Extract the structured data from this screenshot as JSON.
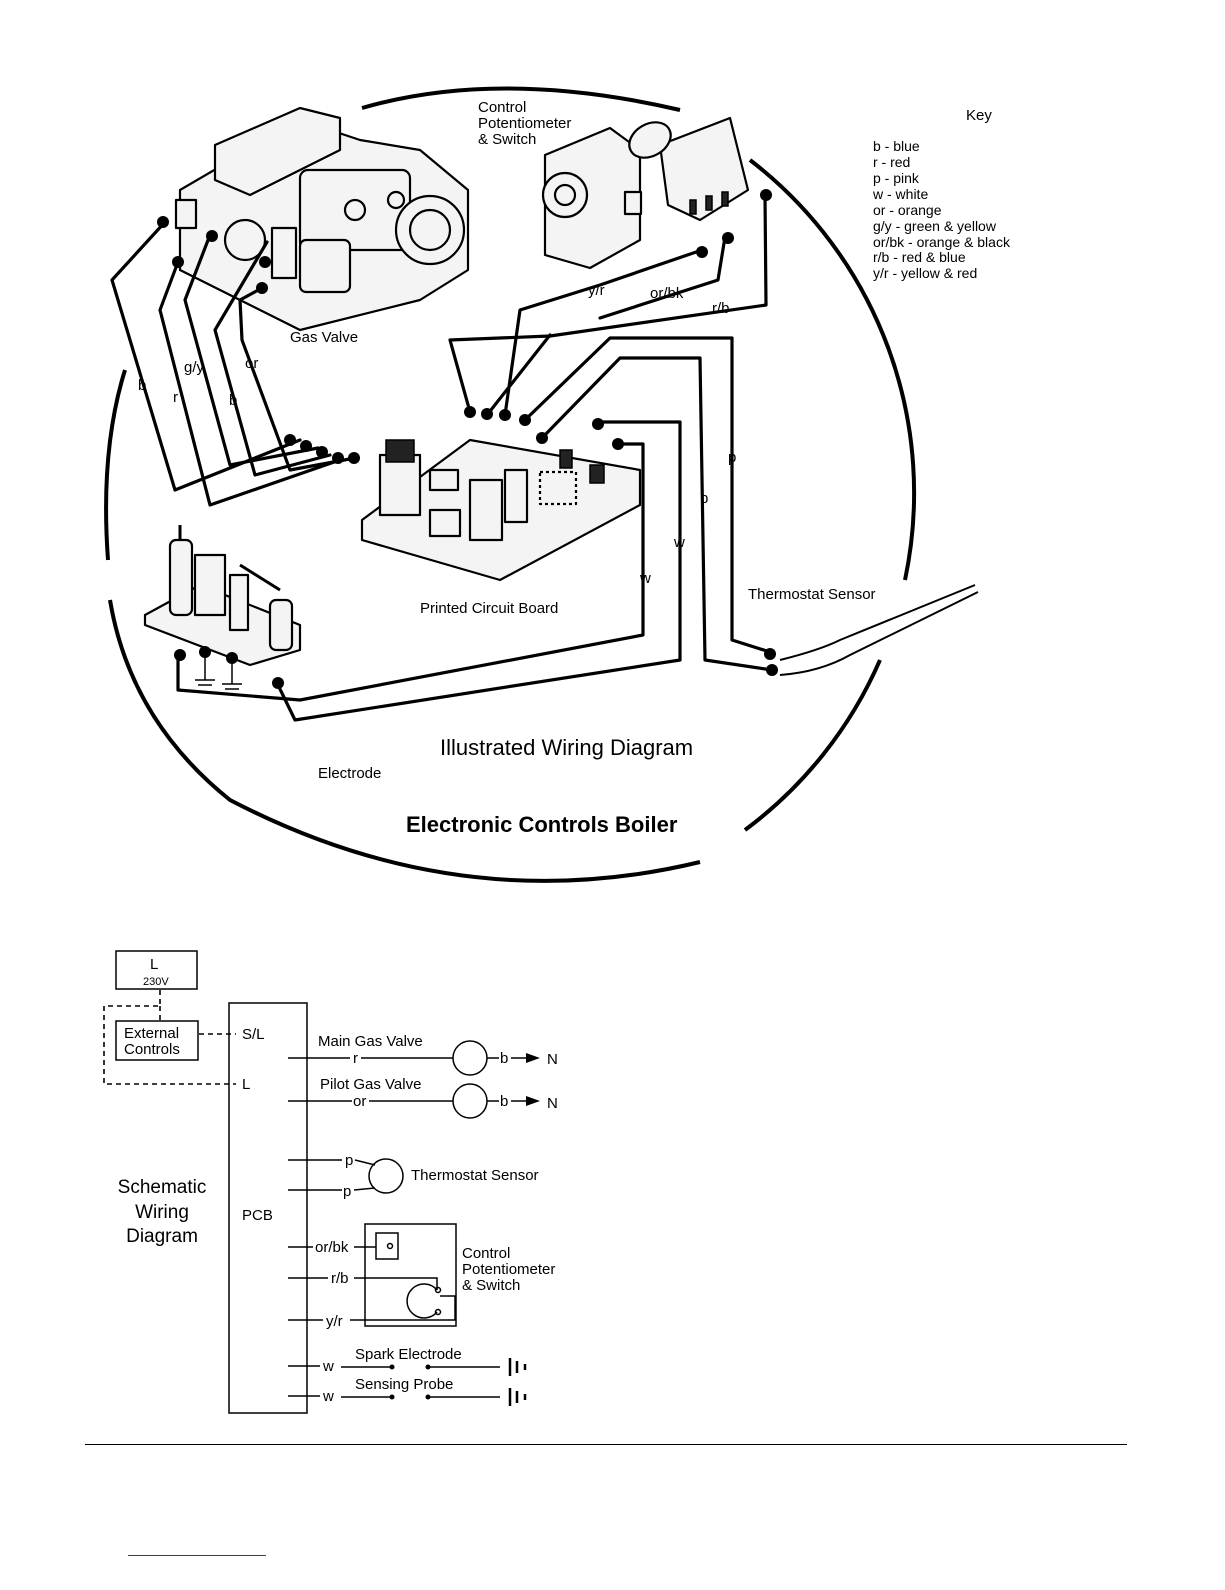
{
  "illustrated": {
    "title": "Illustrated Wiring Diagram",
    "subtitle": "Electronic Controls Boiler",
    "components": {
      "potentiometer": [
        "Control",
        "Potentiometer",
        "& Switch"
      ],
      "gas_valve": "Gas Valve",
      "pcb": "Printed Circuit Board",
      "thermostat_sensor": "Thermostat Sensor",
      "electrode": "Electrode"
    },
    "wire_labels": {
      "b_left": "b",
      "gy": "g/y",
      "r": "r",
      "b_mid": "b",
      "or": "or",
      "yr": "y/r",
      "orbk": "or/bk",
      "rb": "r/b",
      "p1": "p",
      "p2": "p",
      "w1": "w",
      "w2": "w"
    },
    "key": {
      "title": "Key",
      "items": [
        "b - blue",
        "r - red",
        "p - pink",
        "w - white",
        "or - orange",
        "g/y - green & yellow",
        "or/bk - orange & black",
        "r/b - red & blue",
        "y/r - yellow & red"
      ]
    }
  },
  "schematic": {
    "title": [
      "Schematic",
      "Wiring",
      "Diagram"
    ],
    "supply": {
      "label": "L",
      "voltage": "230V"
    },
    "external_controls": [
      "External",
      "Controls"
    ],
    "pcb_label": "PCB",
    "terminals": {
      "sl": "S/L",
      "l": "L"
    },
    "main_gas_valve": {
      "label": "Main Gas Valve",
      "wire": "r",
      "out_wire": "b",
      "neutral": "N"
    },
    "pilot_gas_valve": {
      "label": "Pilot Gas Valve",
      "wire": "or",
      "out_wire": "b",
      "neutral": "N"
    },
    "thermostat": {
      "label": "Thermostat Sensor",
      "wire_top": "p",
      "wire_bottom": "p"
    },
    "potentiometer": {
      "label": [
        "Control",
        "Potentiometer",
        "& Switch"
      ],
      "wires": [
        "or/bk",
        "r/b",
        "y/r"
      ]
    },
    "spark_electrode": {
      "label": "Spark Electrode",
      "wire": "w"
    },
    "sensing_probe": {
      "label": "Sensing Probe",
      "wire": "w"
    }
  }
}
